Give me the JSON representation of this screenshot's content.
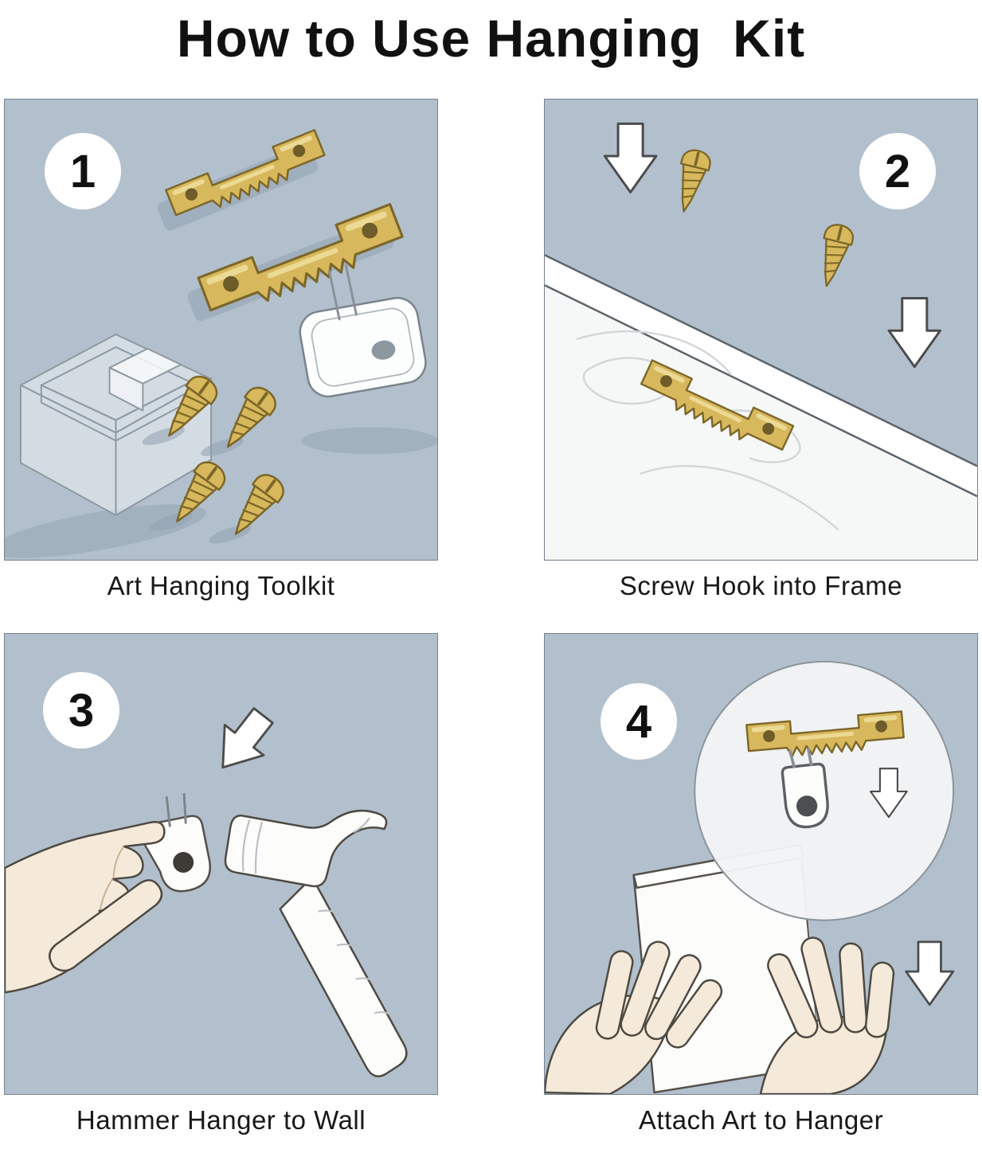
{
  "title": "How to Use Hanging  Kit",
  "panels": [
    {
      "number": "1",
      "caption": "Art Hanging Toolkit"
    },
    {
      "number": "2",
      "caption": "Screw Hook into Frame"
    },
    {
      "number": "3",
      "caption": "Hammer Hanger to Wall"
    },
    {
      "number": "4",
      "caption": "Attach Art to Hanger"
    }
  ],
  "colors": {
    "panel-bg": "#b2c0cd",
    "brass": "#d8b85c",
    "brass-dark": "#7c672a",
    "brass-light": "#efdf9e",
    "shadow": "#92a1b0",
    "ink": "#141414",
    "outline": "#4e4a42",
    "skin": "#f5ead9"
  }
}
